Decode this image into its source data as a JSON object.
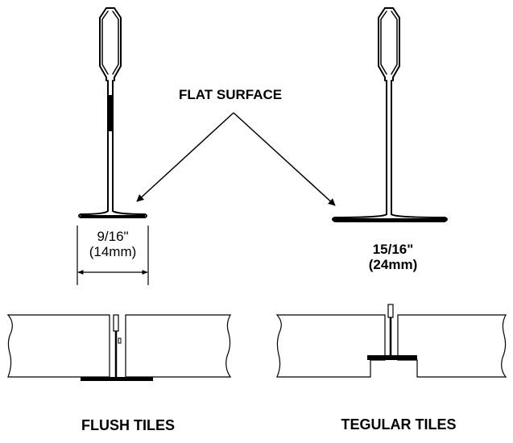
{
  "labels": {
    "flat_surface": "FLAT SURFACE",
    "flush_width_fraction": "9/16\"",
    "flush_width_metric": "(14mm)",
    "tegular_width_fraction": "15/16\"",
    "tegular_width_metric": "(24mm)",
    "flush_caption": "FLUSH TILES",
    "tegular_caption": "TEGULAR TILES"
  },
  "colors": {
    "line": "#000000",
    "background": "#ffffff"
  }
}
